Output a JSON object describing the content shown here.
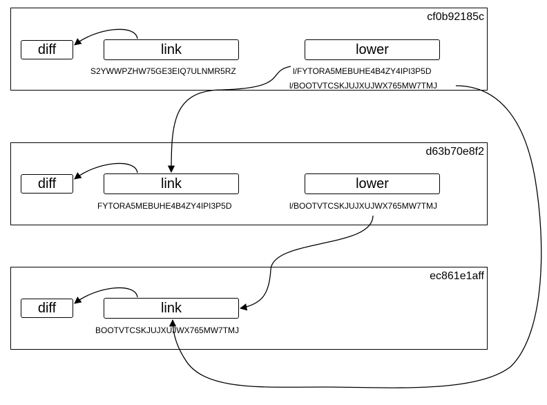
{
  "layers": [
    {
      "id": "cf0b92185c",
      "diff_label": "diff",
      "link_label": "link",
      "lower_label": "lower",
      "link_value": "S2YWWPZHW75GE3EIQ7ULNMR5RZ",
      "lower_values": [
        "l/FYTORA5MEBUHE4B4ZY4IPI3P5D",
        "l/BOOTVTCSKJUJXUJWX765MW7TMJ"
      ]
    },
    {
      "id": "d63b70e8f2",
      "diff_label": "diff",
      "link_label": "link",
      "lower_label": "lower",
      "link_value": "FYTORA5MEBUHE4B4ZY4IPI3P5D",
      "lower_value": "l/BOOTVTCSKJUJXUJWX765MW7TMJ"
    },
    {
      "id": "ec861e1aff",
      "diff_label": "diff",
      "link_label": "link",
      "link_value": "BOOTVTCSKJUJXUJWX765MW7TMJ"
    }
  ]
}
